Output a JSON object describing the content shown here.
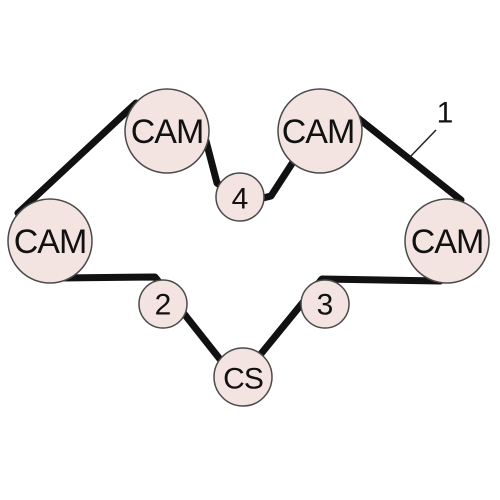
{
  "colors": {
    "pulley_fill": "#f3e3e1",
    "belt": "#111111"
  },
  "pulleys": {
    "cam_upper_left": {
      "label": "CAM"
    },
    "cam_upper_right": {
      "label": "CAM"
    },
    "cam_left": {
      "label": "CAM"
    },
    "cam_right": {
      "label": "CAM"
    },
    "idler_2": {
      "label": "2"
    },
    "idler_3": {
      "label": "3"
    },
    "idler_4": {
      "label": "4"
    },
    "crankshaft": {
      "label": "CS"
    }
  },
  "callout": {
    "label": "1"
  }
}
